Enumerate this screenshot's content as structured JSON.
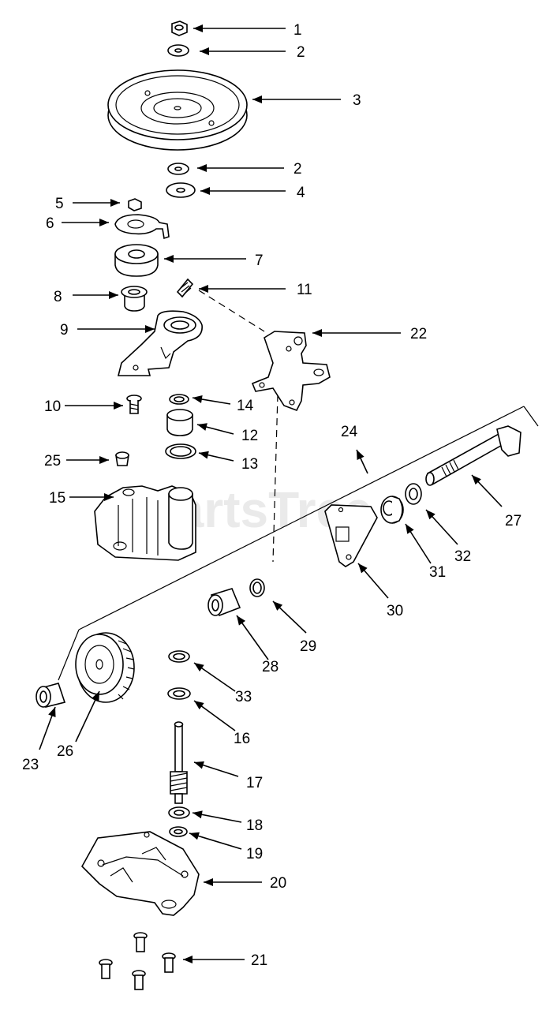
{
  "watermark": "PartsTree",
  "callouts": [
    {
      "id": "c1",
      "label": "1",
      "part": "nut"
    },
    {
      "id": "c2a",
      "label": "2",
      "part": "washer"
    },
    {
      "id": "c3",
      "label": "3",
      "part": "pulley"
    },
    {
      "id": "c2b",
      "label": "2",
      "part": "washer"
    },
    {
      "id": "c4",
      "label": "4",
      "part": "washer"
    },
    {
      "id": "c5",
      "label": "5",
      "part": "nut"
    },
    {
      "id": "c6",
      "label": "6",
      "part": "lever"
    },
    {
      "id": "c7",
      "label": "7",
      "part": "bearing"
    },
    {
      "id": "c8",
      "label": "8",
      "part": "bushing"
    },
    {
      "id": "c9",
      "label": "9",
      "part": "shift-plate"
    },
    {
      "id": "c10",
      "label": "10",
      "part": "bolt"
    },
    {
      "id": "c11",
      "label": "11",
      "part": "spring"
    },
    {
      "id": "c12",
      "label": "12",
      "part": "bushing"
    },
    {
      "id": "c13",
      "label": "13",
      "part": "washer"
    },
    {
      "id": "c14",
      "label": "14",
      "part": "washer"
    },
    {
      "id": "c15",
      "label": "15",
      "part": "housing-upper"
    },
    {
      "id": "c16",
      "label": "16",
      "part": "washer"
    },
    {
      "id": "c17",
      "label": "17",
      "part": "worm-shaft"
    },
    {
      "id": "c18",
      "label": "18",
      "part": "washer"
    },
    {
      "id": "c19",
      "label": "19",
      "part": "washer"
    },
    {
      "id": "c20",
      "label": "20",
      "part": "housing-lower"
    },
    {
      "id": "c21",
      "label": "21",
      "part": "screws"
    },
    {
      "id": "c22",
      "label": "22",
      "part": "bracket"
    },
    {
      "id": "c23",
      "label": "23",
      "part": "bushing"
    },
    {
      "id": "c24",
      "label": "24",
      "part": "assembly-line"
    },
    {
      "id": "c25",
      "label": "25",
      "part": "plug"
    },
    {
      "id": "c26",
      "label": "26",
      "part": "gear"
    },
    {
      "id": "c27",
      "label": "27",
      "part": "axle"
    },
    {
      "id": "c28",
      "label": "28",
      "part": "bushing"
    },
    {
      "id": "c29",
      "label": "29",
      "part": "ring"
    },
    {
      "id": "c30",
      "label": "30",
      "part": "plate"
    },
    {
      "id": "c31",
      "label": "31",
      "part": "bushing"
    },
    {
      "id": "c32",
      "label": "32",
      "part": "washer"
    },
    {
      "id": "c33",
      "label": "33",
      "part": "washer"
    }
  ]
}
